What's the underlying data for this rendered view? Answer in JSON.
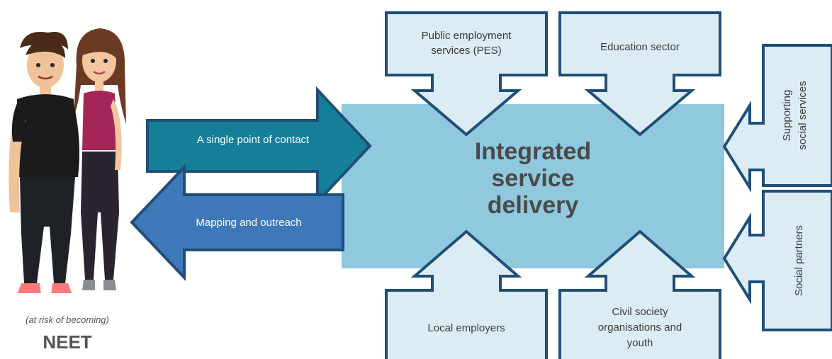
{
  "colors": {
    "box_fill": "#dcecf4",
    "box_stroke": "#1f4e79",
    "center_fill": "#90c9de",
    "center_text": "#4a4a4a",
    "contact_arrow": "#157f99",
    "outreach_arrow": "#3f78b8",
    "label_text": "#3a3a3a"
  },
  "center": {
    "line1": "Integrated",
    "line2": "service",
    "line3": "delivery"
  },
  "arrows": {
    "contact": "A single point of contact",
    "outreach": "Mapping and outreach"
  },
  "stakeholders": {
    "pes_line1": "Public employment",
    "pes_line2": "services (PES)",
    "education": "Education sector",
    "social_services_line1": "Supporting",
    "social_services_line2": "social services",
    "social_partners": "Social partners",
    "employers": "Local employers",
    "civil_line1": "Civil society",
    "civil_line2": "organisations and",
    "civil_line3": "youth"
  },
  "neet": {
    "subtitle": "(at risk of becoming)",
    "title": "NEET"
  }
}
